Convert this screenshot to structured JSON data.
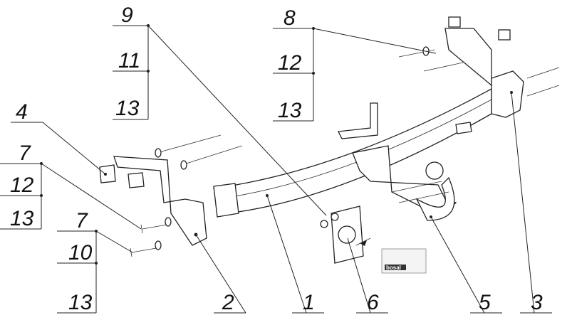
{
  "title": "Tow bar assembly drawing",
  "callouts": {
    "group_9": [
      "9",
      "11",
      "13"
    ],
    "group_8": [
      "8",
      "12",
      "13"
    ],
    "part_4": "4",
    "group_7a": [
      "7",
      "12",
      "13"
    ],
    "group_7b": [
      "7",
      "10",
      "13"
    ],
    "part_2": "2",
    "part_1": "1",
    "part_6": "6",
    "part_5": "5",
    "part_3": "3"
  },
  "plate": {
    "brand": "bosal"
  }
}
